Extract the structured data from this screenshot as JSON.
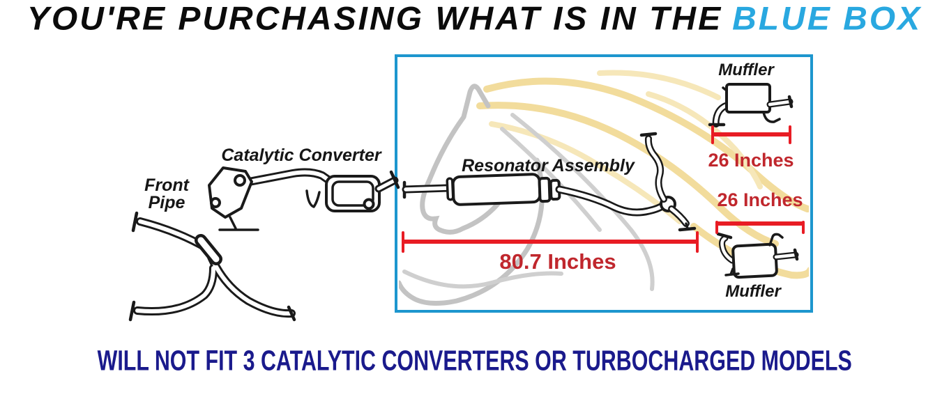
{
  "title": {
    "prefix": "YOU'RE PURCHASING WHAT IS IN THE",
    "highlight": "BLUE BOX"
  },
  "diagram": {
    "front_pipe_label_line1": "Front",
    "front_pipe_label_line2": "Pipe",
    "catalytic_converter_label": "Catalytic Converter",
    "resonator_assembly_label": "Resonator Assembly",
    "top_muffler_label": "Muffler",
    "bottom_muffler_label": "Muffler",
    "top_muffler_length": "26 Inches",
    "bottom_muffler_length": "26 Inches",
    "assembly_length": "80.7 Inches"
  },
  "footer": {
    "note": "WILL NOT FIT 3 CATALYTIC CONVERTERS OR TURBOCHARGED MODELS"
  },
  "colors": {
    "title_highlight_blue": "#29a8e0",
    "box_border_blue": "#1d96ce",
    "measurement_line_red": "#e81c24",
    "measurement_text_red": "#c0272d",
    "footer_navy": "#1a1a8c",
    "watermark_gray": "#c3c3c3",
    "watermark_yellow": "#f2dc9c",
    "line_art_black": "#1a1a1a"
  }
}
